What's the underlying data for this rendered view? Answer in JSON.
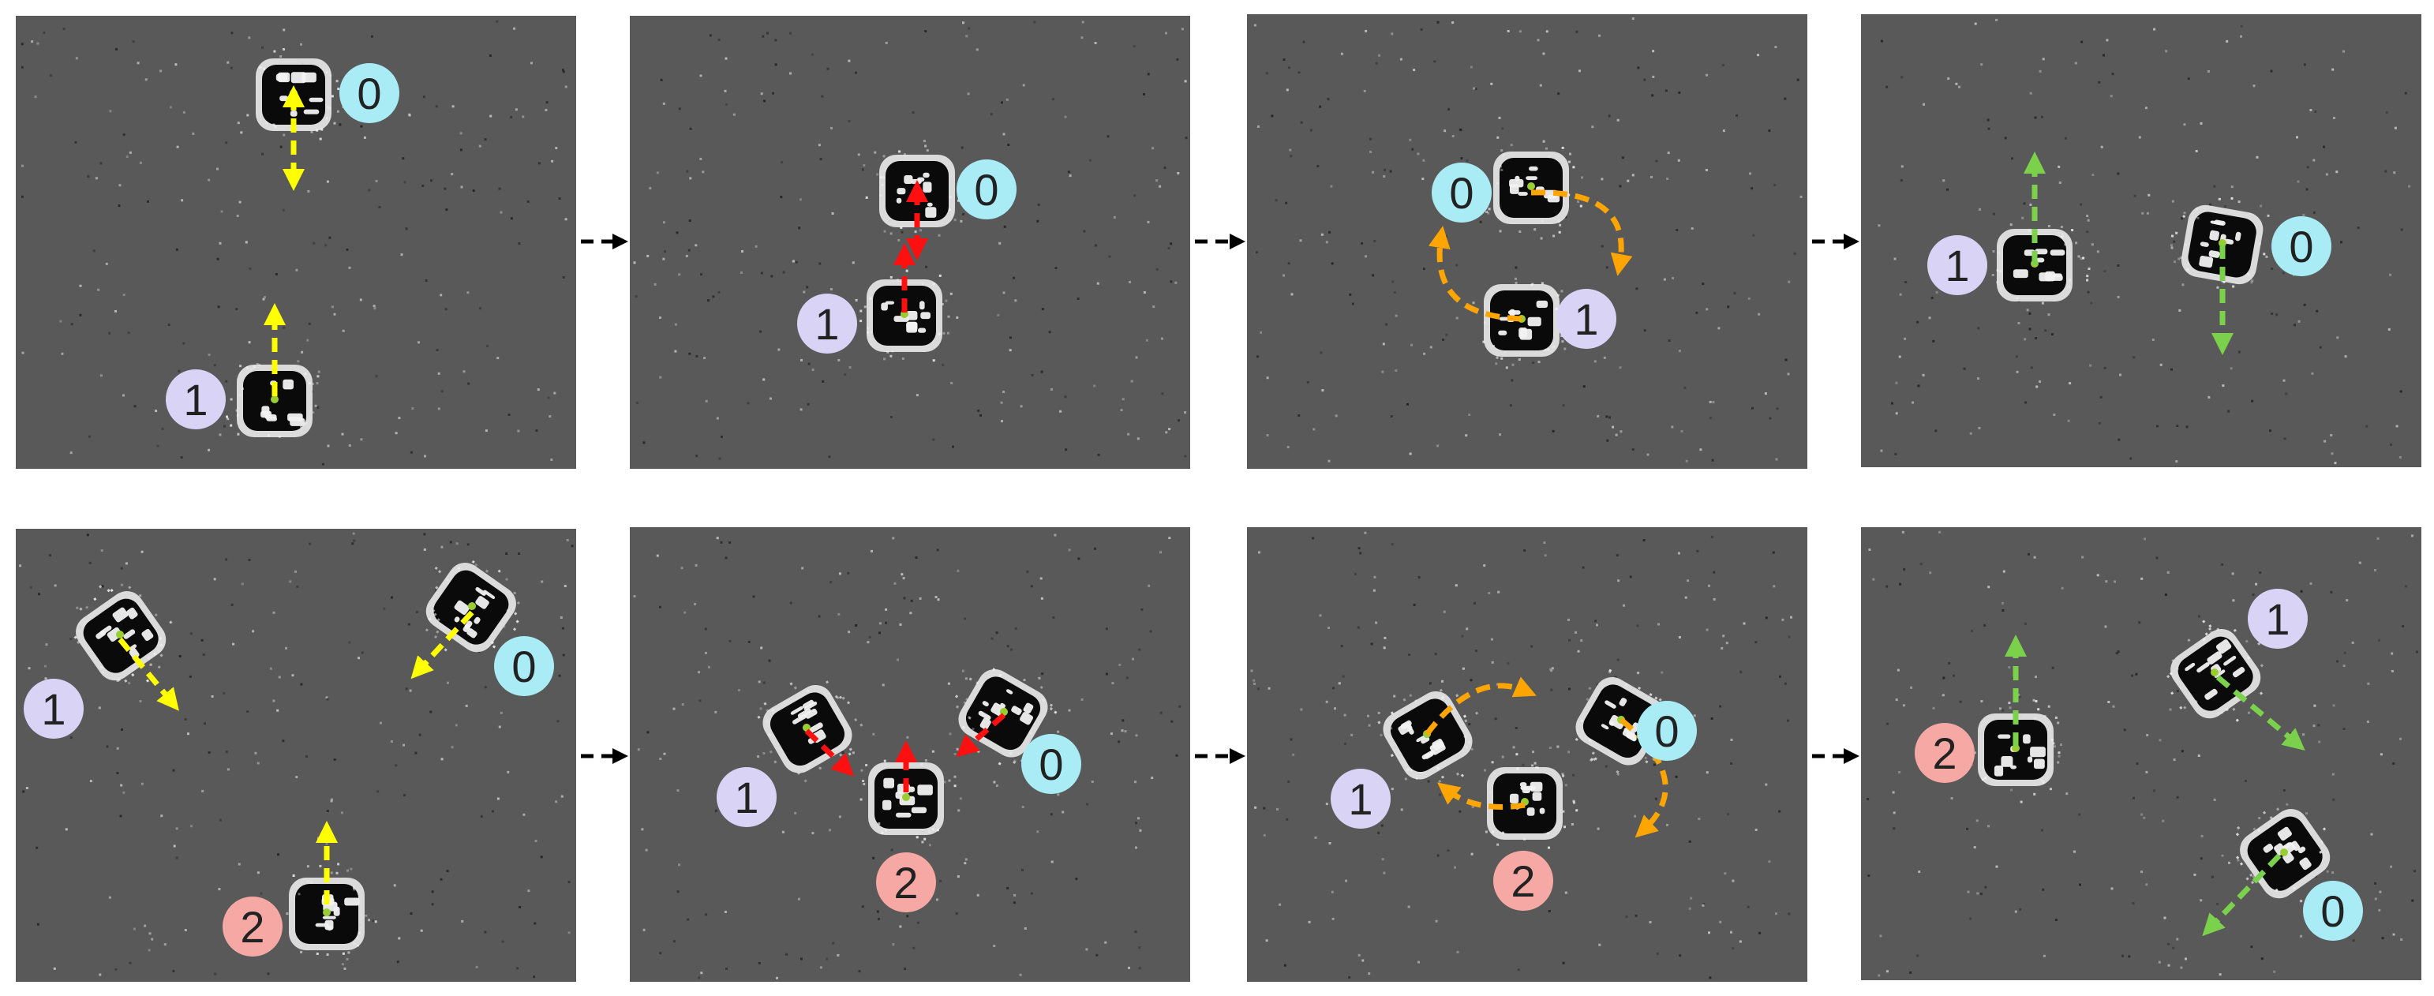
{
  "colors": {
    "background": "#ffffff",
    "frame": "#595959",
    "robot_dark": "#0a0a0a",
    "robot_light": "#f2f2f2",
    "badge_robot_0": "#a9ecf6",
    "badge_robot_1": "#d9d3f5",
    "badge_robot_2": "#f6a8a5",
    "arrow_approach": "#ffff00",
    "arrow_contact": "#ff1010",
    "arrow_orbit": "#ffa500",
    "arrow_depart": "#7bd14b",
    "transition_arrow": "#000000"
  },
  "rows": [
    {
      "frames": [
        {
          "robots": [
            {
              "label": "0",
              "color": "cyan"
            },
            {
              "label": "1",
              "color": "lavender"
            }
          ],
          "arrow_kind": "approach"
        },
        {
          "robots": [
            {
              "label": "0",
              "color": "cyan"
            },
            {
              "label": "1",
              "color": "lavender"
            }
          ],
          "arrow_kind": "contact"
        },
        {
          "robots": [
            {
              "label": "0",
              "color": "cyan"
            },
            {
              "label": "1",
              "color": "lavender"
            }
          ],
          "arrow_kind": "orbit"
        },
        {
          "robots": [
            {
              "label": "1",
              "color": "lavender"
            },
            {
              "label": "0",
              "color": "cyan"
            }
          ],
          "arrow_kind": "depart"
        }
      ]
    },
    {
      "frames": [
        {
          "robots": [
            {
              "label": "1",
              "color": "lavender"
            },
            {
              "label": "0",
              "color": "cyan"
            },
            {
              "label": "2",
              "color": "pink"
            }
          ],
          "arrow_kind": "approach"
        },
        {
          "robots": [
            {
              "label": "1",
              "color": "lavender"
            },
            {
              "label": "0",
              "color": "cyan"
            },
            {
              "label": "2",
              "color": "pink"
            }
          ],
          "arrow_kind": "contact"
        },
        {
          "robots": [
            {
              "label": "1",
              "color": "lavender"
            },
            {
              "label": "0",
              "color": "cyan"
            },
            {
              "label": "2",
              "color": "pink"
            }
          ],
          "arrow_kind": "orbit"
        },
        {
          "robots": [
            {
              "label": "2",
              "color": "pink"
            },
            {
              "label": "1",
              "color": "lavender"
            },
            {
              "label": "0",
              "color": "cyan"
            }
          ],
          "arrow_kind": "depart"
        }
      ]
    }
  ]
}
